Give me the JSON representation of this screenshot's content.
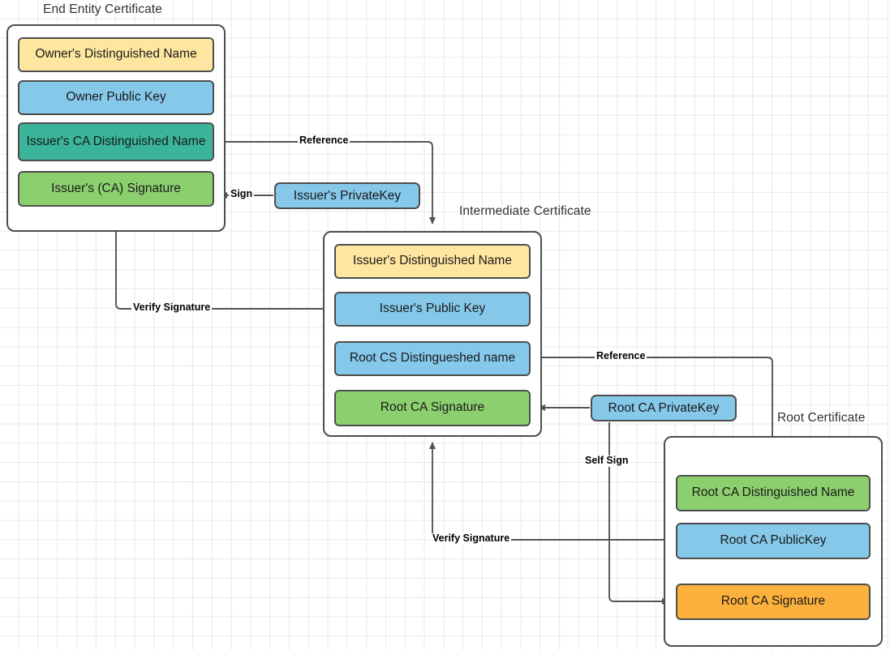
{
  "diagram": {
    "title_labels": {
      "end_entity": "End Entity Certificate",
      "intermediate": "Intermediate Certificate",
      "root": "Root Certificate"
    },
    "certificates": [
      {
        "id": "end-entity",
        "title": "End Entity Certificate",
        "fields": [
          {
            "label": "Owner's Distinguished Name",
            "color": "#ffe6a0"
          },
          {
            "label": "Owner Public  Key",
            "color": "#85c8ea"
          },
          {
            "label": "Issuer's CA Distinguished Name",
            "color": "#3ab59b"
          },
          {
            "label": "Issuer's (CA) Signature",
            "color": "#8ccf6f"
          }
        ]
      },
      {
        "id": "intermediate",
        "title": "Intermediate Certificate",
        "fields": [
          {
            "label": "Issuer's Distinguished Name",
            "color": "#ffe6a0"
          },
          {
            "label": "Issuer's Public  Key",
            "color": "#85c8ea"
          },
          {
            "label": "Root CS Distingueshed name",
            "color": "#85c8ea"
          },
          {
            "label": "Root CA Signature",
            "color": "#8ccf6f"
          }
        ]
      },
      {
        "id": "root",
        "title": "Root Certificate",
        "fields": [
          {
            "label": "Root CA Distinguished Name",
            "color": "#8ccf6f"
          },
          {
            "label": "Root CA PublicKey",
            "color": "#85c8ea"
          },
          {
            "label": "Root CA Signature",
            "color": "#fbb13c"
          }
        ]
      }
    ],
    "keys": [
      {
        "id": "issuer-private-key",
        "label": "Issuer's PrivateKey",
        "color": "#85c8ea"
      },
      {
        "id": "root-ca-private-key",
        "label": "Root CA PrivateKey",
        "color": "#85c8ea"
      }
    ],
    "edges": [
      {
        "id": "reference-top",
        "label": "Reference"
      },
      {
        "id": "sign-end-entity",
        "label": "Sign"
      },
      {
        "id": "verify-signature-end-entity",
        "label": "Verify Signature"
      },
      {
        "id": "reference-root",
        "label": "Reference"
      },
      {
        "id": "self-sign",
        "label": "Self Sign"
      },
      {
        "id": "verify-signature-intermediate",
        "label": "Verify Signature"
      }
    ],
    "colors": {
      "stroke": "#4d4d4d",
      "connector": "#555555",
      "grid": "#e8e8e8",
      "yellow": "#ffe6a0",
      "blue": "#85c8ea",
      "teal": "#3ab59b",
      "green": "#8ccf6f",
      "orange": "#fbb13c"
    }
  }
}
